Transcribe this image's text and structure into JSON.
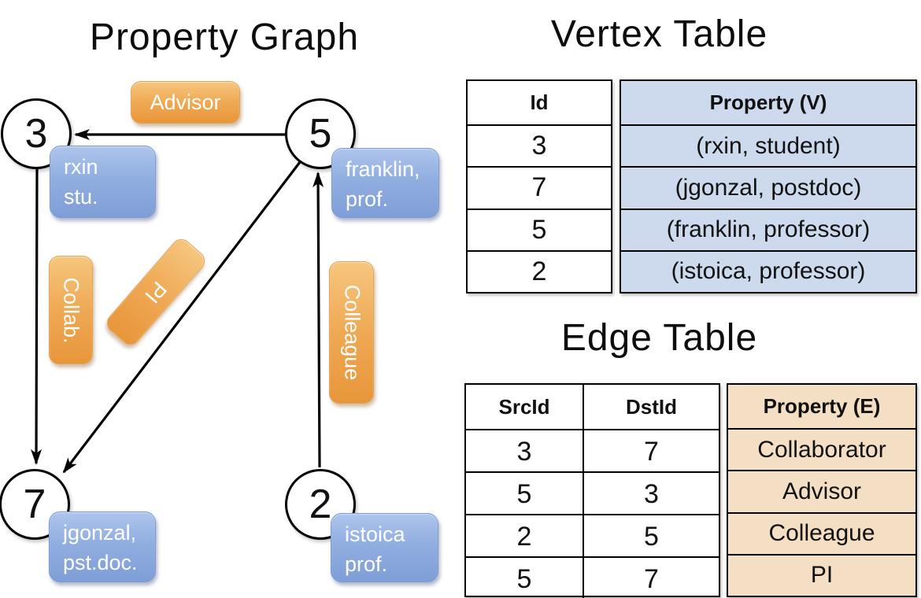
{
  "graph": {
    "title": "Property Graph",
    "nodes": [
      {
        "id": "3",
        "label_lines": [
          "rxin",
          "stu."
        ]
      },
      {
        "id": "5",
        "label_lines": [
          "franklin,",
          "prof."
        ]
      },
      {
        "id": "7",
        "label_lines": [
          "jgonzal,",
          "pst.doc."
        ]
      },
      {
        "id": "2",
        "label_lines": [
          "istoica",
          "prof."
        ]
      }
    ],
    "edge_labels": [
      {
        "text": "Advisor"
      },
      {
        "text": "Collab."
      },
      {
        "text": "PI"
      },
      {
        "text": "Colleague"
      }
    ]
  },
  "vertex_table": {
    "title": "Vertex Table",
    "headers": {
      "id": "Id",
      "property": "Property (V)"
    },
    "rows": [
      {
        "id": "3",
        "property": "(rxin, student)"
      },
      {
        "id": "7",
        "property": "(jgonzal, postdoc)"
      },
      {
        "id": "5",
        "property": "(franklin, professor)"
      },
      {
        "id": "2",
        "property": "(istoica, professor)"
      }
    ]
  },
  "edge_table": {
    "title": "Edge Table",
    "headers": {
      "src": "SrcId",
      "dst": "DstId",
      "property": "Property (E)"
    },
    "rows": [
      {
        "src": "3",
        "dst": "7",
        "property": "Collaborator"
      },
      {
        "src": "5",
        "dst": "3",
        "property": "Advisor"
      },
      {
        "src": "2",
        "dst": "5",
        "property": "Colleague"
      },
      {
        "src": "5",
        "dst": "7",
        "property": "PI"
      }
    ]
  },
  "colors": {
    "vertex_box": "#8fabde",
    "edge_label_box": "#eda24f",
    "vertex_table_cell": "#cdd9ed",
    "edge_table_cell": "#f5dfc4",
    "line": "#000000"
  }
}
